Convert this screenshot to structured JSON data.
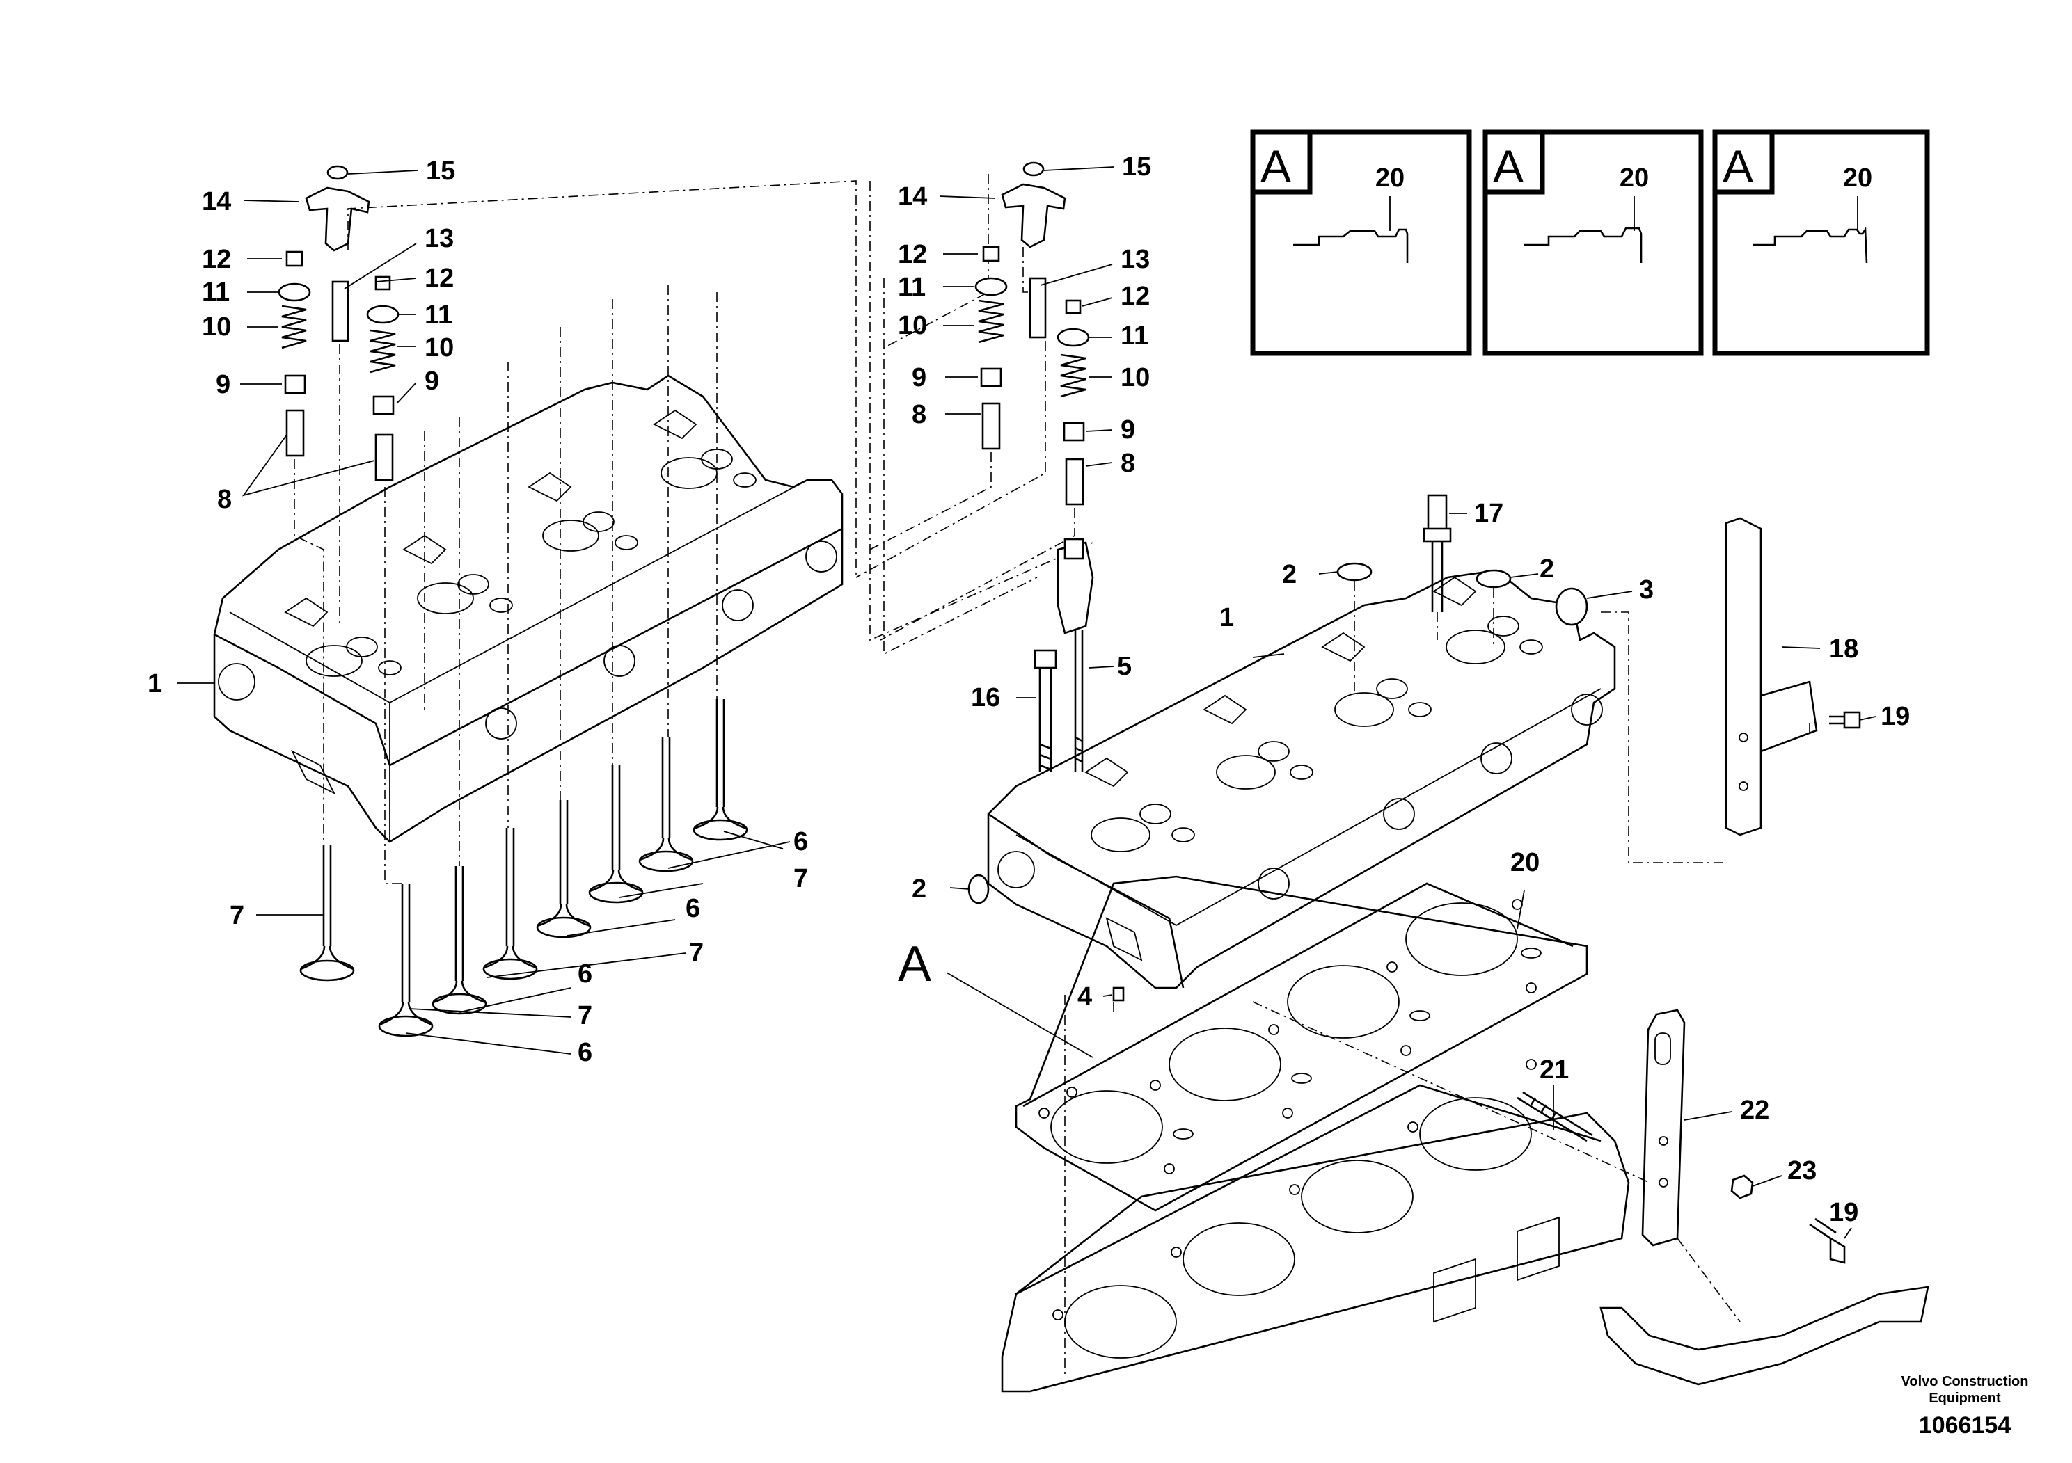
{
  "detail_boxes": [
    {
      "letter": "A",
      "callout": "20"
    },
    {
      "letter": "A",
      "callout": "20"
    },
    {
      "letter": "A",
      "callout": "20"
    }
  ],
  "view_marker": "A",
  "callouts_left": {
    "c15": "15",
    "c14": "14",
    "c12a": "12",
    "c13": "13",
    "c12b": "12",
    "c11a": "11",
    "c11b": "11",
    "c10a": "10",
    "c10b": "10",
    "c9a": "9",
    "c9b": "9",
    "c8": "8",
    "c1": "1",
    "c7a": "7",
    "c6a": "6",
    "c7b": "7",
    "c6b": "6",
    "c7c": "7",
    "c6c": "6",
    "c7d": "7",
    "c6d": "6"
  },
  "callouts_mid": {
    "c15": "15",
    "c14": "14",
    "c12a": "12",
    "c13": "13",
    "c11a": "11",
    "c12b": "12",
    "c10a": "10",
    "c11b": "11",
    "c9a": "9",
    "c10b": "10",
    "c8a": "8",
    "c9b": "9",
    "c8b": "8"
  },
  "callouts_right": {
    "c17": "17",
    "c2a": "2",
    "c2b": "2",
    "c3": "3",
    "c18": "18",
    "c1": "1",
    "c5": "5",
    "c16": "16",
    "c19a": "19",
    "c2c": "2",
    "c20": "20",
    "c4": "4",
    "c21": "21",
    "c22": "22",
    "c23": "23",
    "c19b": "19"
  },
  "footer": {
    "company_line1": "Volvo Construction",
    "company_line2": "Equipment",
    "drawing_number": "1066154"
  }
}
